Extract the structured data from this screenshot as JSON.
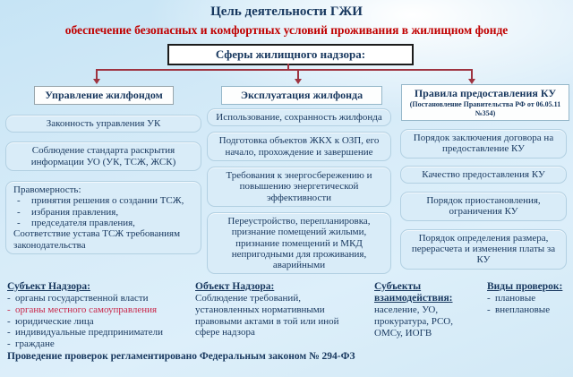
{
  "colors": {
    "accent_red": "#c00000",
    "navy_text": "#17375e",
    "connector_line": "#9e3340",
    "box_fill": "#d9ecf8",
    "highlight_item_red": "#c9274a"
  },
  "header": {
    "title": "Цель деятельности ГЖИ",
    "subtitle": "обеспечение безопасных и комфортных условий проживания в жилищном фонде",
    "spheres_label": "Сферы жилищного надзора:"
  },
  "col_left": {
    "header": "Управление жилфондом",
    "box1": "Законность управления УК",
    "box2": "Соблюдение стандарта раскрытия информации  УО (УК, ТСЖ, ЖСК)",
    "box3_title": "Правомерность:",
    "box3_items": [
      "принятия решения о создании ТСЖ,",
      "избрания правления,",
      "председателя правления,"
    ],
    "box3_footer": "Соответствие устава ТСЖ требованиям законодательства"
  },
  "col_mid": {
    "header": "Эксплуатация жилфонда",
    "box1": "Использование,  сохранность жилфонда",
    "box2": "Подготовка объектов ЖКХ к ОЗП, его начало, прохождение и завершение",
    "box3": "Требования к энергосбережению и повышению энергетической эффективности",
    "box4": "Переустройство, перепланировка, признание помещений жилыми, признание помещений и МКД непригодными для проживания, аварийными"
  },
  "col_right": {
    "header": "Правила предоставления КУ",
    "header_note": "(Постановление Правительства РФ от 06.05.11 №354)",
    "box1": "Порядок заключения договора на предоставление КУ",
    "box2": "Качество предоставления КУ",
    "box3": "Порядок приостановления, ограничения КУ",
    "box4": "Порядок определения размера, перерасчета и изменения платы за КУ"
  },
  "bottom": {
    "subject": {
      "title": "Субъект Надзора:",
      "items": [
        "органы государственной власти",
        "органы местного самоуправления",
        "юридические лица",
        "индивидуальные предприниматели",
        "граждане"
      ]
    },
    "object": {
      "title": "Объект Надзора:",
      "text": "Соблюдение требований, установленных нормативными правовыми актами в той или иной сфере надзора"
    },
    "interaction": {
      "title": "Субъекты взаимодействия:",
      "text": "население, УО, прокуратура, РСО, ОМСу, ИОГВ"
    },
    "checks": {
      "title": "Виды проверок:",
      "items": [
        "плановые",
        "внеплановые"
      ]
    },
    "note": "Проведение проверок регламентировано  Федеральным законом № 294-ФЗ"
  }
}
